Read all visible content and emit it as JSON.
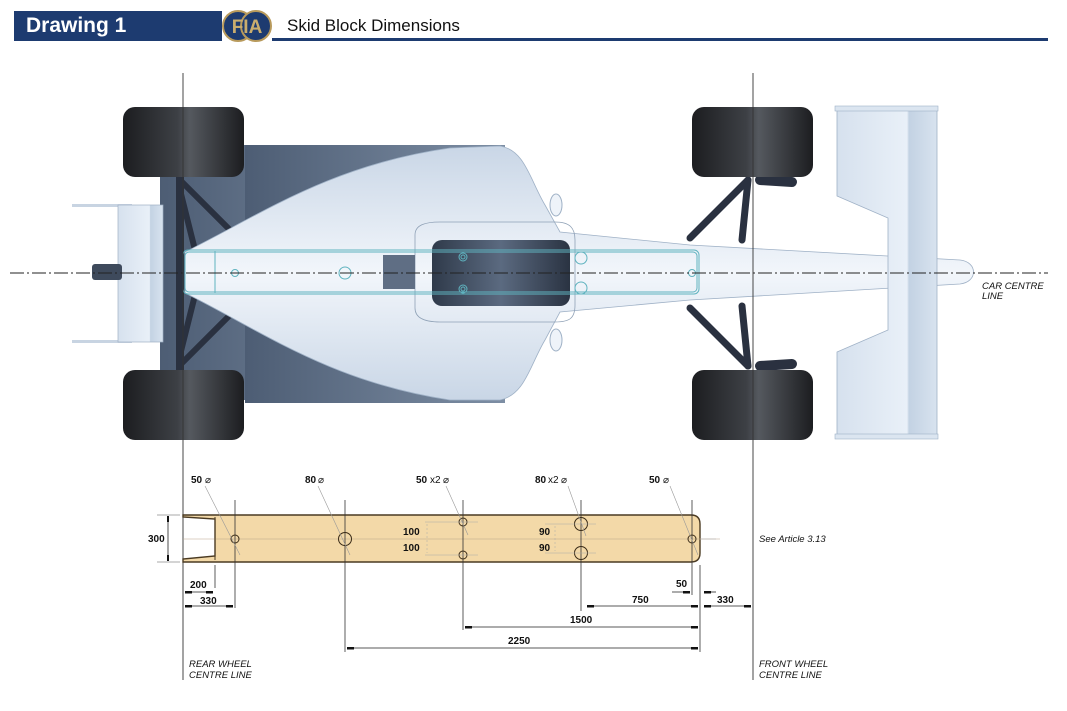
{
  "header": {
    "drawing_label": "Drawing 1",
    "logo_text": "FIA",
    "title": "Skid Block Dimensions"
  },
  "colors": {
    "header_navy": "#1d3b70",
    "skid_fill": "#f3d9a8",
    "body_light": "#dce6f2",
    "floor_dark": "#5f7087",
    "tyre": "#2b2d31",
    "skid_outline_top": "#5fb3bf"
  },
  "labels": {
    "car_centre_line": [
      "CAR CENTRE",
      "LINE"
    ],
    "rear_wheel_centre_line": [
      "REAR WHEEL",
      "CENTRE LINE"
    ],
    "front_wheel_centre_line": [
      "FRONT WHEEL",
      "CENTRE LINE"
    ],
    "see_article": "See Article 3.13"
  },
  "holes": [
    {
      "diameter": "50",
      "multiplier": "",
      "symbol": "⌀"
    },
    {
      "diameter": "80",
      "multiplier": "",
      "symbol": "⌀"
    },
    {
      "diameter": "50",
      "multiplier": "x2",
      "symbol": "⌀"
    },
    {
      "diameter": "80",
      "multiplier": "x2",
      "symbol": "⌀"
    },
    {
      "diameter": "50",
      "multiplier": "",
      "symbol": "⌀"
    }
  ],
  "dimensions": {
    "width": "300",
    "hole_offset_a_upper": "100",
    "hole_offset_a_lower": "100",
    "hole_offset_b_upper": "90",
    "hole_offset_b_lower": "90",
    "rear_taper": "200",
    "rear_to_first_hole": "330",
    "front_hole_to_end": "50",
    "front_pair_to_end": "750",
    "front_end_to_front_wheel": "330",
    "mid_pair_to_end": "1500",
    "second_hole_to_end": "2250"
  }
}
